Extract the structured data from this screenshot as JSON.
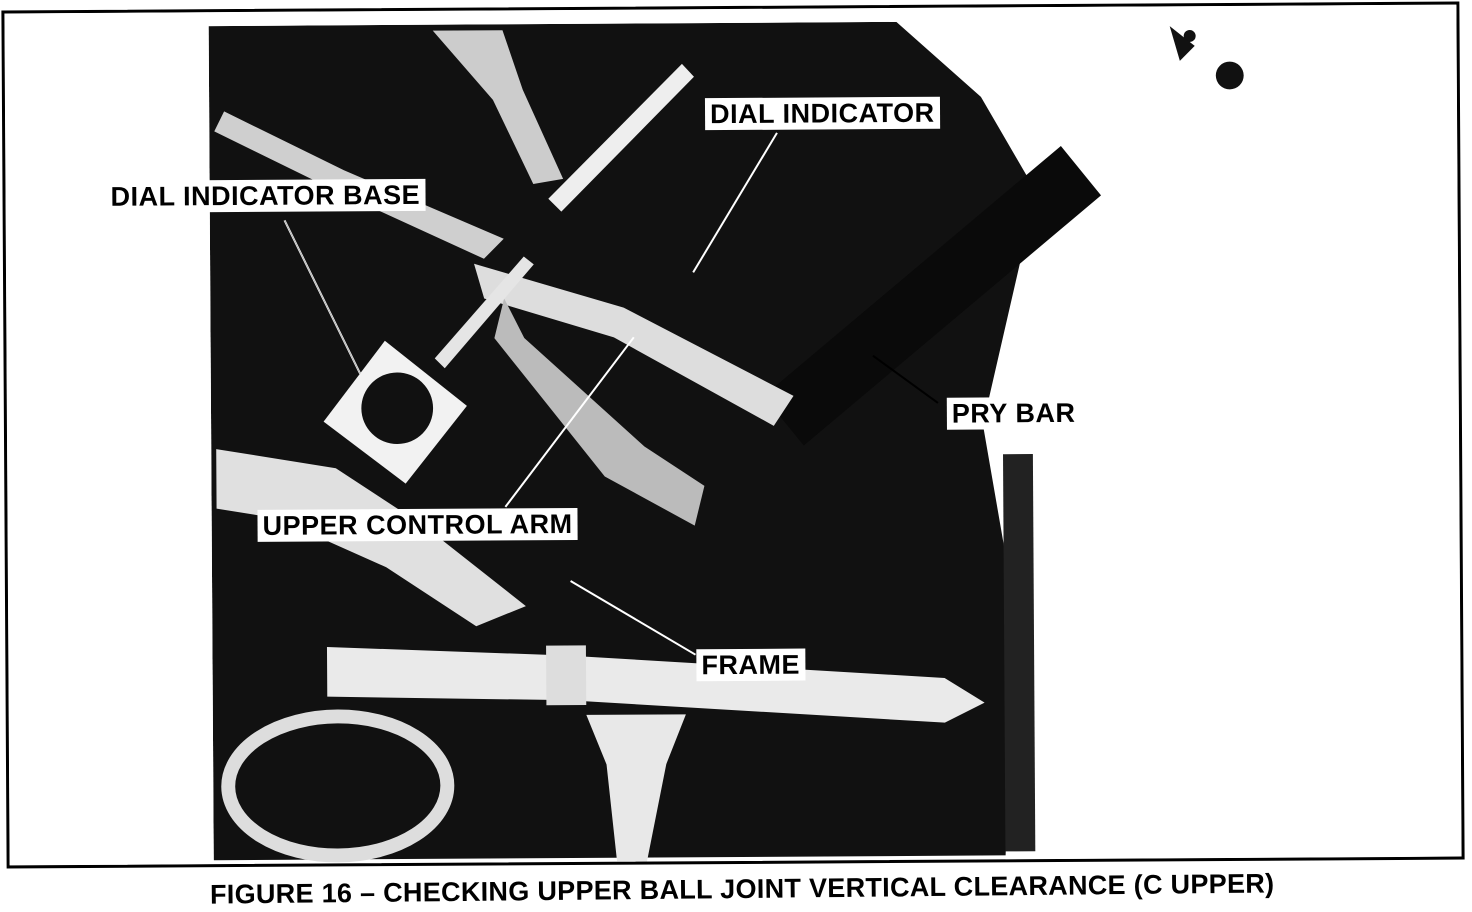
{
  "labels": {
    "dial_indicator": "DIAL INDICATOR",
    "dial_indicator_base": "DIAL INDICATOR BASE",
    "pry_bar": "PRY BAR",
    "upper_control_arm": "UPPER CONTROL ARM",
    "frame": "FRAME"
  },
  "caption": "FIGURE 16 – CHECKING UPPER BALL JOINT VERTICAL CLEARANCE (C UPPER)"
}
